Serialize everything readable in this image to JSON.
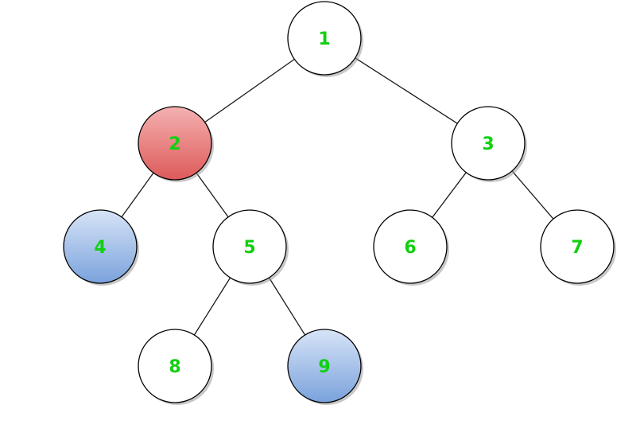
{
  "colors": {
    "label": "#10d010",
    "edge": "#1a1a1a",
    "node_default": "#ffffff",
    "node_highlight_red_top": "#f4b1b1",
    "node_highlight_red_bottom": "#de5a5a",
    "node_highlight_blue_top": "#d7e4f7",
    "node_highlight_blue_bottom": "#7aa2dc"
  },
  "tree": {
    "nodes": [
      {
        "id": "1",
        "label": "1",
        "style": "default"
      },
      {
        "id": "2",
        "label": "2",
        "style": "red"
      },
      {
        "id": "3",
        "label": "3",
        "style": "default"
      },
      {
        "id": "4",
        "label": "4",
        "style": "blue"
      },
      {
        "id": "5",
        "label": "5",
        "style": "default"
      },
      {
        "id": "6",
        "label": "6",
        "style": "default"
      },
      {
        "id": "7",
        "label": "7",
        "style": "default"
      },
      {
        "id": "8",
        "label": "8",
        "style": "default"
      },
      {
        "id": "9",
        "label": "9",
        "style": "blue"
      }
    ],
    "edges": [
      {
        "from": "1",
        "to": "2"
      },
      {
        "from": "1",
        "to": "3"
      },
      {
        "from": "2",
        "to": "4"
      },
      {
        "from": "2",
        "to": "5"
      },
      {
        "from": "3",
        "to": "6"
      },
      {
        "from": "3",
        "to": "7"
      },
      {
        "from": "5",
        "to": "8"
      },
      {
        "from": "5",
        "to": "9"
      }
    ]
  }
}
